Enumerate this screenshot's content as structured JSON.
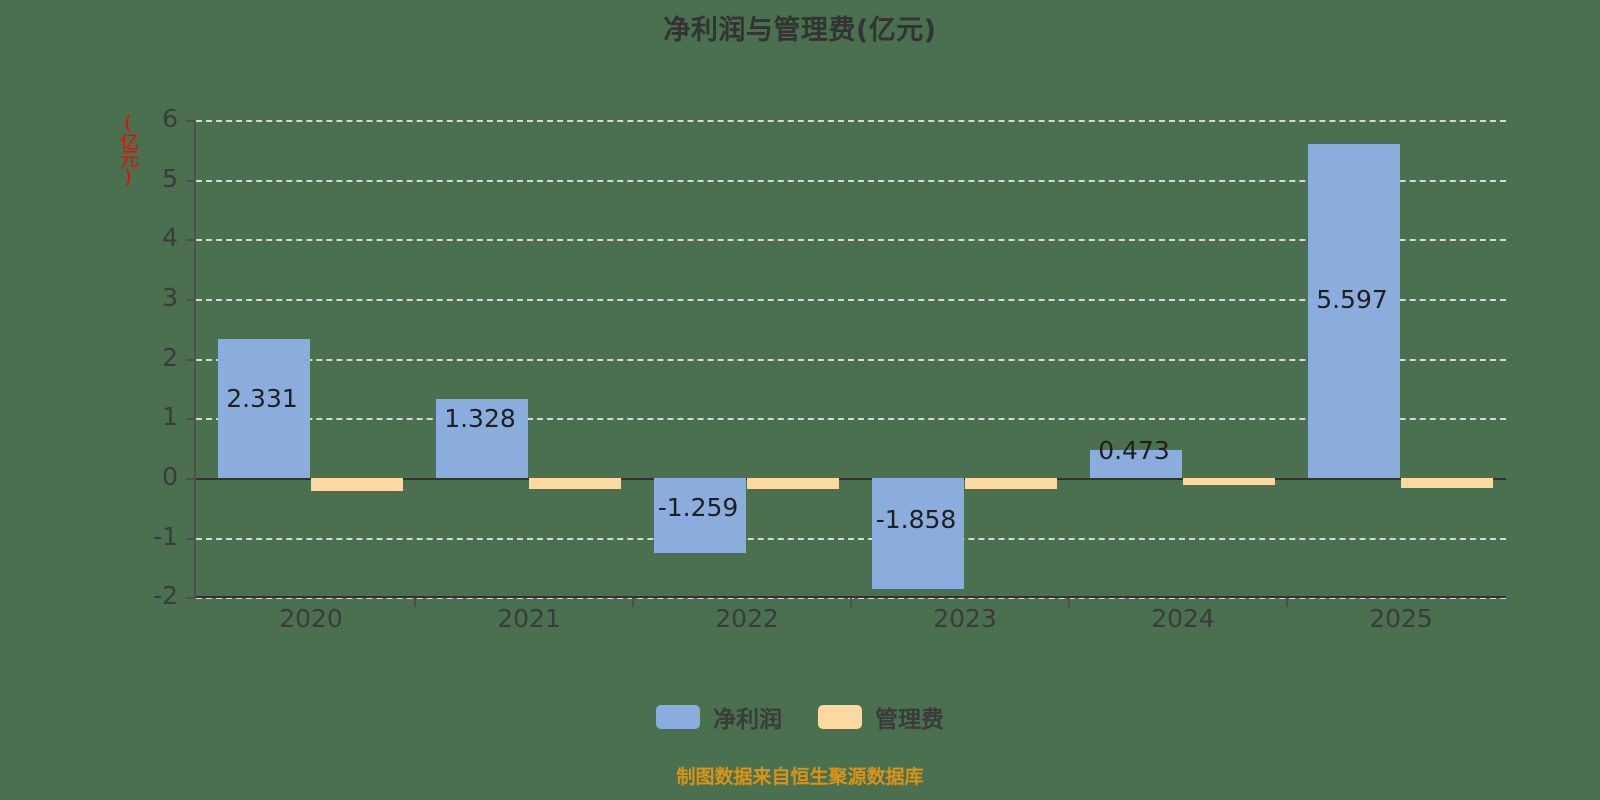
{
  "chart_data": {
    "type": "bar",
    "title": "净利润与管理费(亿元)",
    "xlabel": "",
    "ylabel": "(亿元)",
    "ylim": [
      -2,
      6
    ],
    "yticks": [
      -2,
      -1,
      0,
      1,
      2,
      3,
      4,
      5,
      6
    ],
    "grid": true,
    "legend_position": "bottom",
    "categories": [
      "2020",
      "2021",
      "2022",
      "2023",
      "2024",
      "2025"
    ],
    "series": [
      {
        "name": "净利润",
        "color": "#8badde",
        "values": [
          2.331,
          1.328,
          -1.259,
          -1.858,
          0.473,
          5.597
        ],
        "labels": [
          "2.331",
          "1.328",
          "-1.259",
          "-1.858",
          "0.473",
          "5.597"
        ]
      },
      {
        "name": "管理费",
        "color": "#fcd9a0",
        "values": [
          0.22,
          0.18,
          0.18,
          0.18,
          0.11,
          0.16
        ],
        "labels": [
          "",
          "",
          "",
          "",
          "",
          ""
        ]
      }
    ],
    "annotations": [
      "制图数据来自恒生聚源数据库"
    ]
  },
  "header": {
    "title": "净利润与管理费(亿元)"
  },
  "axes": {
    "y_title": "(亿元)",
    "y_ticks": [
      "6",
      "5",
      "4",
      "3",
      "2",
      "1",
      "0",
      "-1",
      "-2"
    ],
    "x_ticks": [
      "2020",
      "2021",
      "2022",
      "2023",
      "2024",
      "2025"
    ]
  },
  "bar_labels": {
    "net": [
      "2.331",
      "1.328",
      "-1.259",
      "-1.858",
      "0.473",
      "5.597"
    ]
  },
  "legend": {
    "items": [
      {
        "label": "净利润",
        "color": "#8badde"
      },
      {
        "label": "管理费",
        "color": "#fcd9a0"
      }
    ]
  },
  "footer": {
    "text": "制图数据来自恒生聚源数据库"
  },
  "colors": {
    "background": "#4a7050",
    "net_profit": "#8badde",
    "management_fee": "#fcd9a0",
    "axis_title": "#ff0000",
    "footer": "#d99418",
    "grid": "#d8d8d8",
    "axis": "#333333"
  }
}
